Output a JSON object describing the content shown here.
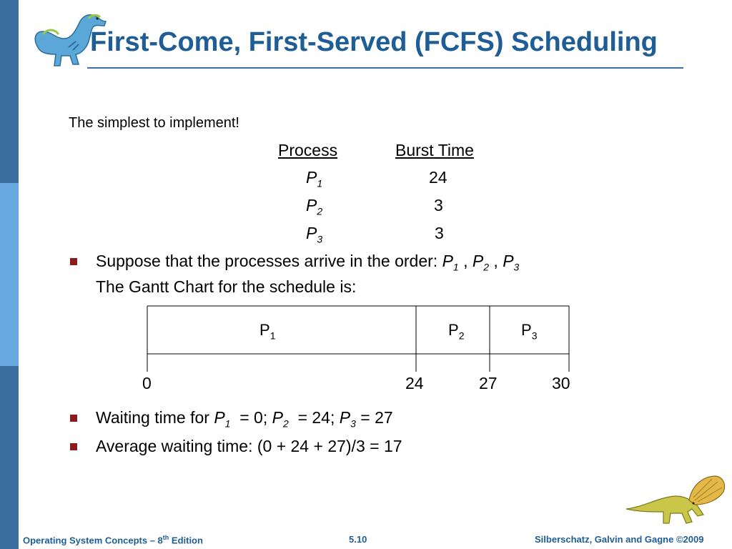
{
  "slide": {
    "title": "First-Come, First-Served (FCFS) Scheduling",
    "intro": "The simplest to implement!"
  },
  "process_table": {
    "headers": {
      "process": "Process",
      "burst": "Burst Time"
    },
    "rows": [
      {
        "name": "P",
        "sub": "1",
        "burst": "24"
      },
      {
        "name": "P",
        "sub": "2",
        "burst": "3"
      },
      {
        "name": "P",
        "sub": "3",
        "burst": "3"
      }
    ]
  },
  "bullets": {
    "order": {
      "line1": "Suppose that the processes arrive in the order:",
      "p": "P",
      "s1": "1",
      "s2": "2",
      "s3": "3",
      "line2": "The Gantt Chart for the schedule is:"
    },
    "waiting": {
      "prefix": "Waiting time for",
      "p": "P",
      "s1": "1",
      "s2": "2",
      "s3": "3",
      "eq1": "= 0;",
      "eq2": "= 24;",
      "eq3": "= 27"
    },
    "average": "Average waiting time:  (0 + 24 + 27)/3 = 17"
  },
  "gantt": {
    "blocks": [
      {
        "name": "P",
        "sub": "1"
      },
      {
        "name": "P",
        "sub": "2"
      },
      {
        "name": "P",
        "sub": "3"
      }
    ],
    "ticks": [
      "0",
      "24",
      "27",
      "30"
    ]
  },
  "footer": {
    "left": "Operating System Concepts – 8",
    "left_sup": "th",
    "left_tail": " Edition",
    "center": "5.10",
    "right": "Silberschatz, Galvin and Gagne ©2009"
  },
  "colors": {
    "title": "#1e5d96",
    "side_bar": "#3a6fa0",
    "side_bar_light": "#6aa9e0",
    "bullet": "#8b1a1a"
  },
  "icons": {
    "top": "dinosaur-illustration",
    "bottom": "dinosaur-frill-illustration"
  }
}
